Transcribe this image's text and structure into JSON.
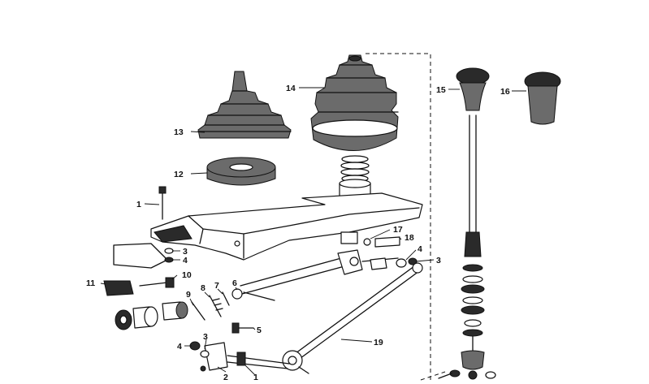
{
  "diagram": {
    "callouts": [
      {
        "id": "c1a",
        "text": "1"
      },
      {
        "id": "c1b",
        "text": "1"
      },
      {
        "id": "c2",
        "text": "2"
      },
      {
        "id": "c3a",
        "text": "3"
      },
      {
        "id": "c3b",
        "text": "3"
      },
      {
        "id": "c3c",
        "text": "3"
      },
      {
        "id": "c4a",
        "text": "4"
      },
      {
        "id": "c4b",
        "text": "4"
      },
      {
        "id": "c4c",
        "text": "4"
      },
      {
        "id": "c5",
        "text": "5"
      },
      {
        "id": "c6",
        "text": "6"
      },
      {
        "id": "c7",
        "text": "7"
      },
      {
        "id": "c8",
        "text": "8"
      },
      {
        "id": "c9",
        "text": "9"
      },
      {
        "id": "c10",
        "text": "10"
      },
      {
        "id": "c11",
        "text": "11"
      },
      {
        "id": "c12",
        "text": "12"
      },
      {
        "id": "c13",
        "text": "13"
      },
      {
        "id": "c14",
        "text": "14"
      },
      {
        "id": "c15",
        "text": "15"
      },
      {
        "id": "c16",
        "text": "16"
      },
      {
        "id": "c17",
        "text": "17"
      },
      {
        "id": "c18",
        "text": "18"
      },
      {
        "id": "c19",
        "text": "19"
      }
    ]
  }
}
